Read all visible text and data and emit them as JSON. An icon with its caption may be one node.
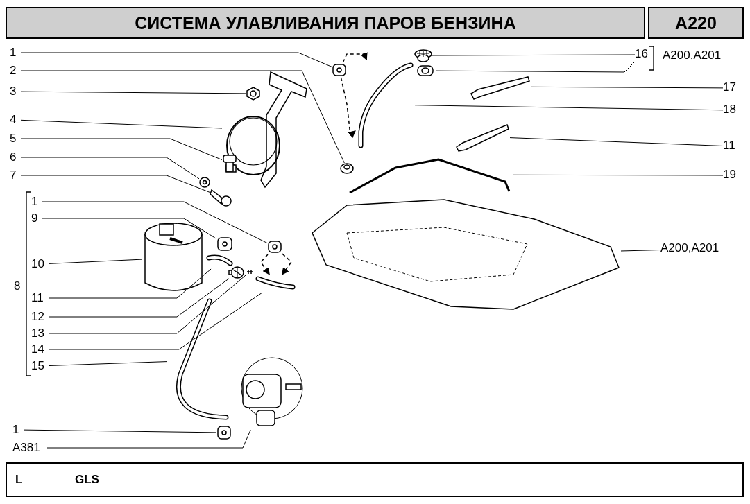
{
  "diagram": {
    "title": "СИСТЕМА УЛАВЛИВАНИЯ ПАРОВ БЕНЗИНА",
    "nodes": [
      {
        "text": [
          "1"
        ]
      },
      {
        "text": [],
        "shape": "picture"
      },
      {
        "text": [
          "2"
        ]
      },
      {
        "text": [],
        "shape": "picture"
      },
      {
        "text": [
          "3"
        ]
      },
      {
        "text": [],
        "shape": "picture"
      },
      {
        "text": [
          "4"
        ]
      },
      {
        "text": [],
        "shape": "picture"
      },
      {
        "text": [
          "5"
        ]
      },
      {
        "text": [],
        "shape": "picture"
      },
      {
        "text": [
          "6"
        ]
      },
      {
        "text": [],
        "shape": "picture"
      },
      {
        "text": [
          "7"
        ]
      },
      {
        "text": [],
        "shape": "picture"
      },
      {
        "text": [
          "1"
        ]
      },
      {
        "text": [],
        "shape": "picture"
      },
      {
        "text": [
          "9"
        ]
      },
      {
        "text": [],
        "shape": "picture"
      },
      {
        "text": [
          "10"
        ]
      },
      {
        "text": [],
        "shape": "picture"
      },
      {
        "text": [
          "11"
        ]
      },
      {
        "text": [],
        "shape": "picture"
      },
      {
        "text": [
          "12"
        ]
      },
      {
        "text": [],
        "shape": "picture"
      },
      {
        "text": [
          "13"
        ]
      },
      {
        "text": [],
        "shape": "picture"
      },
      {
        "text": [
          "14"
        ]
      },
      {
        "text": [],
        "shape": "picture"
      },
      {
        "text": [
          "15"
        ]
      },
      {
        "text": [],
        "shape": "picture"
      },
      {
        "text": [
          "1"
        ]
      },
      {
        "text": [],
        "shape": "picture"
      },
      {
        "text": [
          "A381"
        ]
      },
      {
        "text": [],
        "shape": "picture"
      },
      {
        "text": [
          "16"
        ]
      },
      {
        "text": [],
        "shape": "picture"
      },
      {
        "text": [],
        "shape": "picture"
      },
      {
        "text": [
          "17"
        ]
      },
      {
        "text": [],
        "shape": "picture"
      },
      {
        "text": [
          "18"
        ]
      },
      {
        "text": [],
        "shape": "picture"
      },
      {
        "text": [
          "11"
        ]
      },
      {
        "text": [],
        "shape": "picture"
      },
      {
        "text": [
          "19"
        ]
      },
      {
        "text": [],
        "shape": "picture"
      },
      {
        "text": [
          "A200,A201"
        ]
      },
      {
        "text": [],
        "shape": "picture"
      }
    ],
    "edges": [
      {
        "from": 0,
        "to": 1,
        "arrow": "none"
      },
      {
        "from": 2,
        "to": 3,
        "arrow": "none"
      },
      {
        "from": 4,
        "to": 5,
        "arrow": "none"
      },
      {
        "from": 6,
        "to": 7,
        "arrow": "none"
      },
      {
        "from": 8,
        "to": 9,
        "arrow": "none"
      },
      {
        "from": 10,
        "to": 11,
        "arrow": "none"
      },
      {
        "from": 12,
        "to": 13,
        "arrow": "none"
      },
      {
        "from": 14,
        "to": 15,
        "arrow": "none"
      },
      {
        "from": 16,
        "to": 17,
        "arrow": "none"
      },
      {
        "from": 18,
        "to": 19,
        "arrow": "none"
      },
      {
        "from": 20,
        "to": 21,
        "arrow": "none"
      },
      {
        "from": 22,
        "to": 23,
        "arrow": "none"
      },
      {
        "from": 24,
        "to": 25,
        "arrow": "none"
      },
      {
        "from": 26,
        "to": 27,
        "arrow": "none"
      },
      {
        "from": 28,
        "to": 29,
        "arrow": "none"
      },
      {
        "from": 30,
        "to": 31,
        "arrow": "none"
      },
      {
        "from": 32,
        "to": 33,
        "arrow": "none"
      },
      {
        "from": 34,
        "to": 35,
        "arrow": "none"
      },
      {
        "from": 34,
        "to": 36,
        "arrow": "none"
      },
      {
        "from": 37,
        "to": 38,
        "arrow": "none"
      },
      {
        "from": 39,
        "to": 40,
        "arrow": "none"
      },
      {
        "from": 41,
        "to": 42,
        "arrow": "none"
      },
      {
        "from": 43,
        "to": 44,
        "arrow": "none"
      },
      {
        "from": 45,
        "to": 46,
        "arrow": "none"
      },
      {
        "from": 1,
        "to": 40,
        "arrow": "to",
        "style": "dashed"
      },
      {
        "from": 1,
        "to": 40,
        "arrow": "to",
        "style": "dashed"
      },
      {
        "from": 15,
        "to": 27,
        "arrow": "to",
        "style": "dashed"
      },
      {
        "from": 15,
        "to": 27,
        "arrow": "to",
        "style": "dashed"
      }
    ],
    "labels": [
      "A220",
      "A200,A201",
      "8",
      "L",
      "GLS"
    ]
  }
}
